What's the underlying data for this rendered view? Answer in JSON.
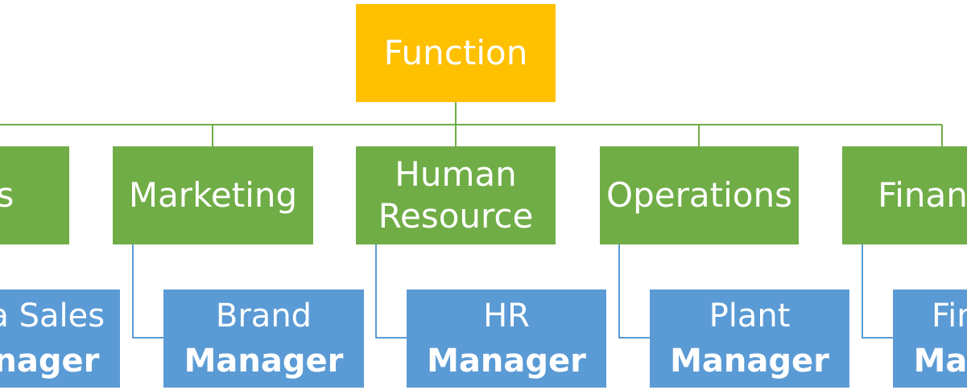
{
  "diagram": {
    "root": {
      "label": "Function"
    },
    "functions": [
      {
        "key": "sales",
        "label_lines": [
          "Sales"
        ],
        "role_lines": [
          "Area Sales",
          "Manager"
        ]
      },
      {
        "key": "marketing",
        "label_lines": [
          "Marketing"
        ],
        "role_lines": [
          "Brand",
          "Manager"
        ]
      },
      {
        "key": "hr",
        "label_lines": [
          "Human",
          "Resource"
        ],
        "role_lines": [
          "HR",
          "Manager"
        ]
      },
      {
        "key": "operations",
        "label_lines": [
          "Operations"
        ],
        "role_lines": [
          "Plant",
          "Manager"
        ]
      },
      {
        "key": "finance",
        "label_lines": [
          "Finance"
        ],
        "role_lines": [
          "Finance",
          "Manager"
        ]
      }
    ],
    "colors": {
      "root": "#ffc000",
      "function": "#70ad47",
      "role": "#5b9bd5",
      "function_connector": "#70ad47",
      "role_connector": "#5b9bd5"
    }
  }
}
